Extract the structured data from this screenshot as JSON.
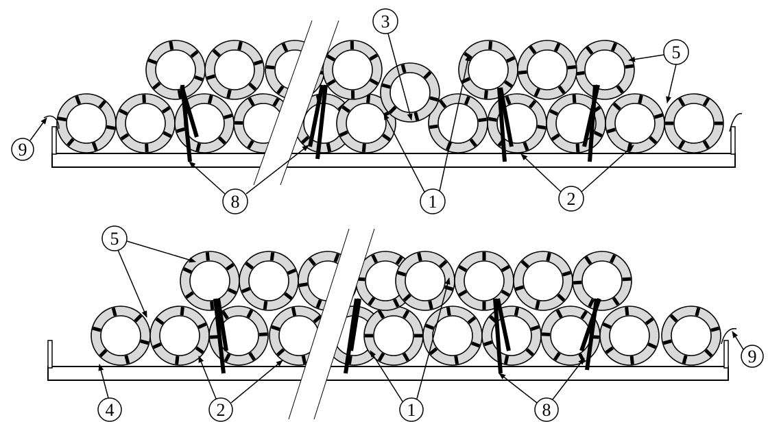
{
  "diagram": {
    "colors": {
      "ring_fill": "#d9d9d9",
      "ring_stroke": "#000000",
      "line": "#000000",
      "background": "#ffffff"
    },
    "callouts": {
      "top": [
        "9",
        "8",
        "3",
        "1",
        "5",
        "2"
      ],
      "bottom": [
        "5",
        "4",
        "2",
        "1",
        "8",
        "9"
      ]
    }
  }
}
